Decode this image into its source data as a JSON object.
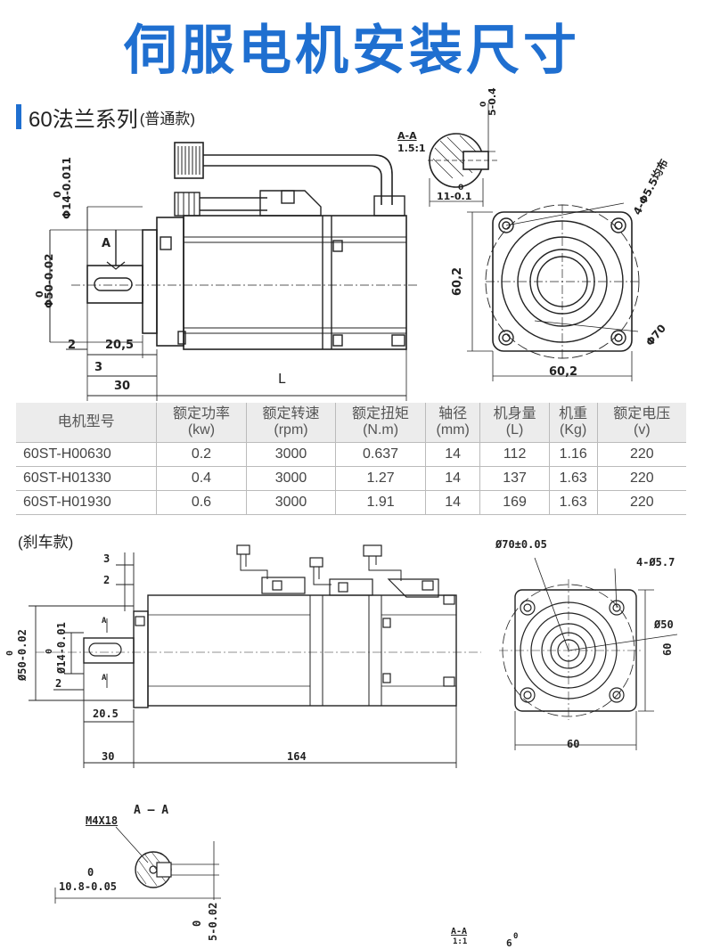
{
  "page_title": "伺服电机安装尺寸",
  "colors": {
    "title": "#1f6fd0",
    "accent": "#1f6fd0",
    "line": "#222222"
  },
  "section1": {
    "title": "60法兰系列",
    "subtitle": "(普通款)"
  },
  "drawing1": {
    "front_labels": {
      "shaft_dia": "Φ14-0.011",
      "flange_dia": "Φ50-0.02",
      "section_mark": "A",
      "dim_2": "2",
      "dim_20_5": "20,5",
      "dim_3": "3",
      "dim_30": "30",
      "dim_L": "L",
      "tol_zero_1": "0",
      "tol_zero_2": "0"
    },
    "section_view": {
      "label": "A-A",
      "scale": "1.5:1",
      "keyway_depth": "5-0.4",
      "keyway_tol": "0",
      "height": "11-0.1",
      "height_tol": "0"
    },
    "end_view": {
      "holes": "4-Φ5.5均布",
      "pcd": "Φ70",
      "height": "60,2",
      "width": "60,2"
    }
  },
  "table": {
    "headers": [
      {
        "line1": "电机型号",
        "line2": ""
      },
      {
        "line1": "额定功率",
        "line2": "(kw)"
      },
      {
        "line1": "额定转速",
        "line2": "(rpm)"
      },
      {
        "line1": "额定扭矩",
        "line2": "(N.m)"
      },
      {
        "line1": "轴径",
        "line2": "(mm)"
      },
      {
        "line1": "机身量",
        "line2": "(L)"
      },
      {
        "line1": "机重",
        "line2": "(Kg)"
      },
      {
        "line1": "额定电压",
        "line2": "(v)"
      }
    ],
    "rows": [
      [
        "60ST-H00630",
        "0.2",
        "3000",
        "0.637",
        "14",
        "112",
        "1.16",
        "220"
      ],
      [
        "60ST-H01330",
        "0.4",
        "3000",
        "1.27",
        "14",
        "137",
        "1.63",
        "220"
      ],
      [
        "60ST-H01930",
        "0.6",
        "3000",
        "1.91",
        "14",
        "169",
        "1.63",
        "220"
      ]
    ]
  },
  "section2": {
    "title": "(刹车款)"
  },
  "drawing2": {
    "front_labels": {
      "dim_3": "3",
      "dim_2a": "2",
      "flange_dia": "Ø50-0.02",
      "flange_tol": "0",
      "shaft_dia": "Ø14-0.01",
      "shaft_tol": "0",
      "mark_A_top": "A",
      "mark_A_bottom": "A",
      "dim_2b": "2",
      "dim_20_5": "20.5",
      "dim_30": "30",
      "dim_164": "164"
    },
    "end_view": {
      "pcd": "Ø70±0.05",
      "holes": "4-Ø5.7",
      "spigot": "Ø50",
      "height": "60",
      "width": "60"
    },
    "section_view": {
      "label": "A — A",
      "thread": "M4X18",
      "height": "10.8-0.05",
      "height_tol": "0",
      "keyway": "5-0.02",
      "keyway_tol": "0"
    },
    "bottom_partial": {
      "label": "A-A",
      "scale": "1:1",
      "tol": "0",
      "value": "6"
    }
  }
}
